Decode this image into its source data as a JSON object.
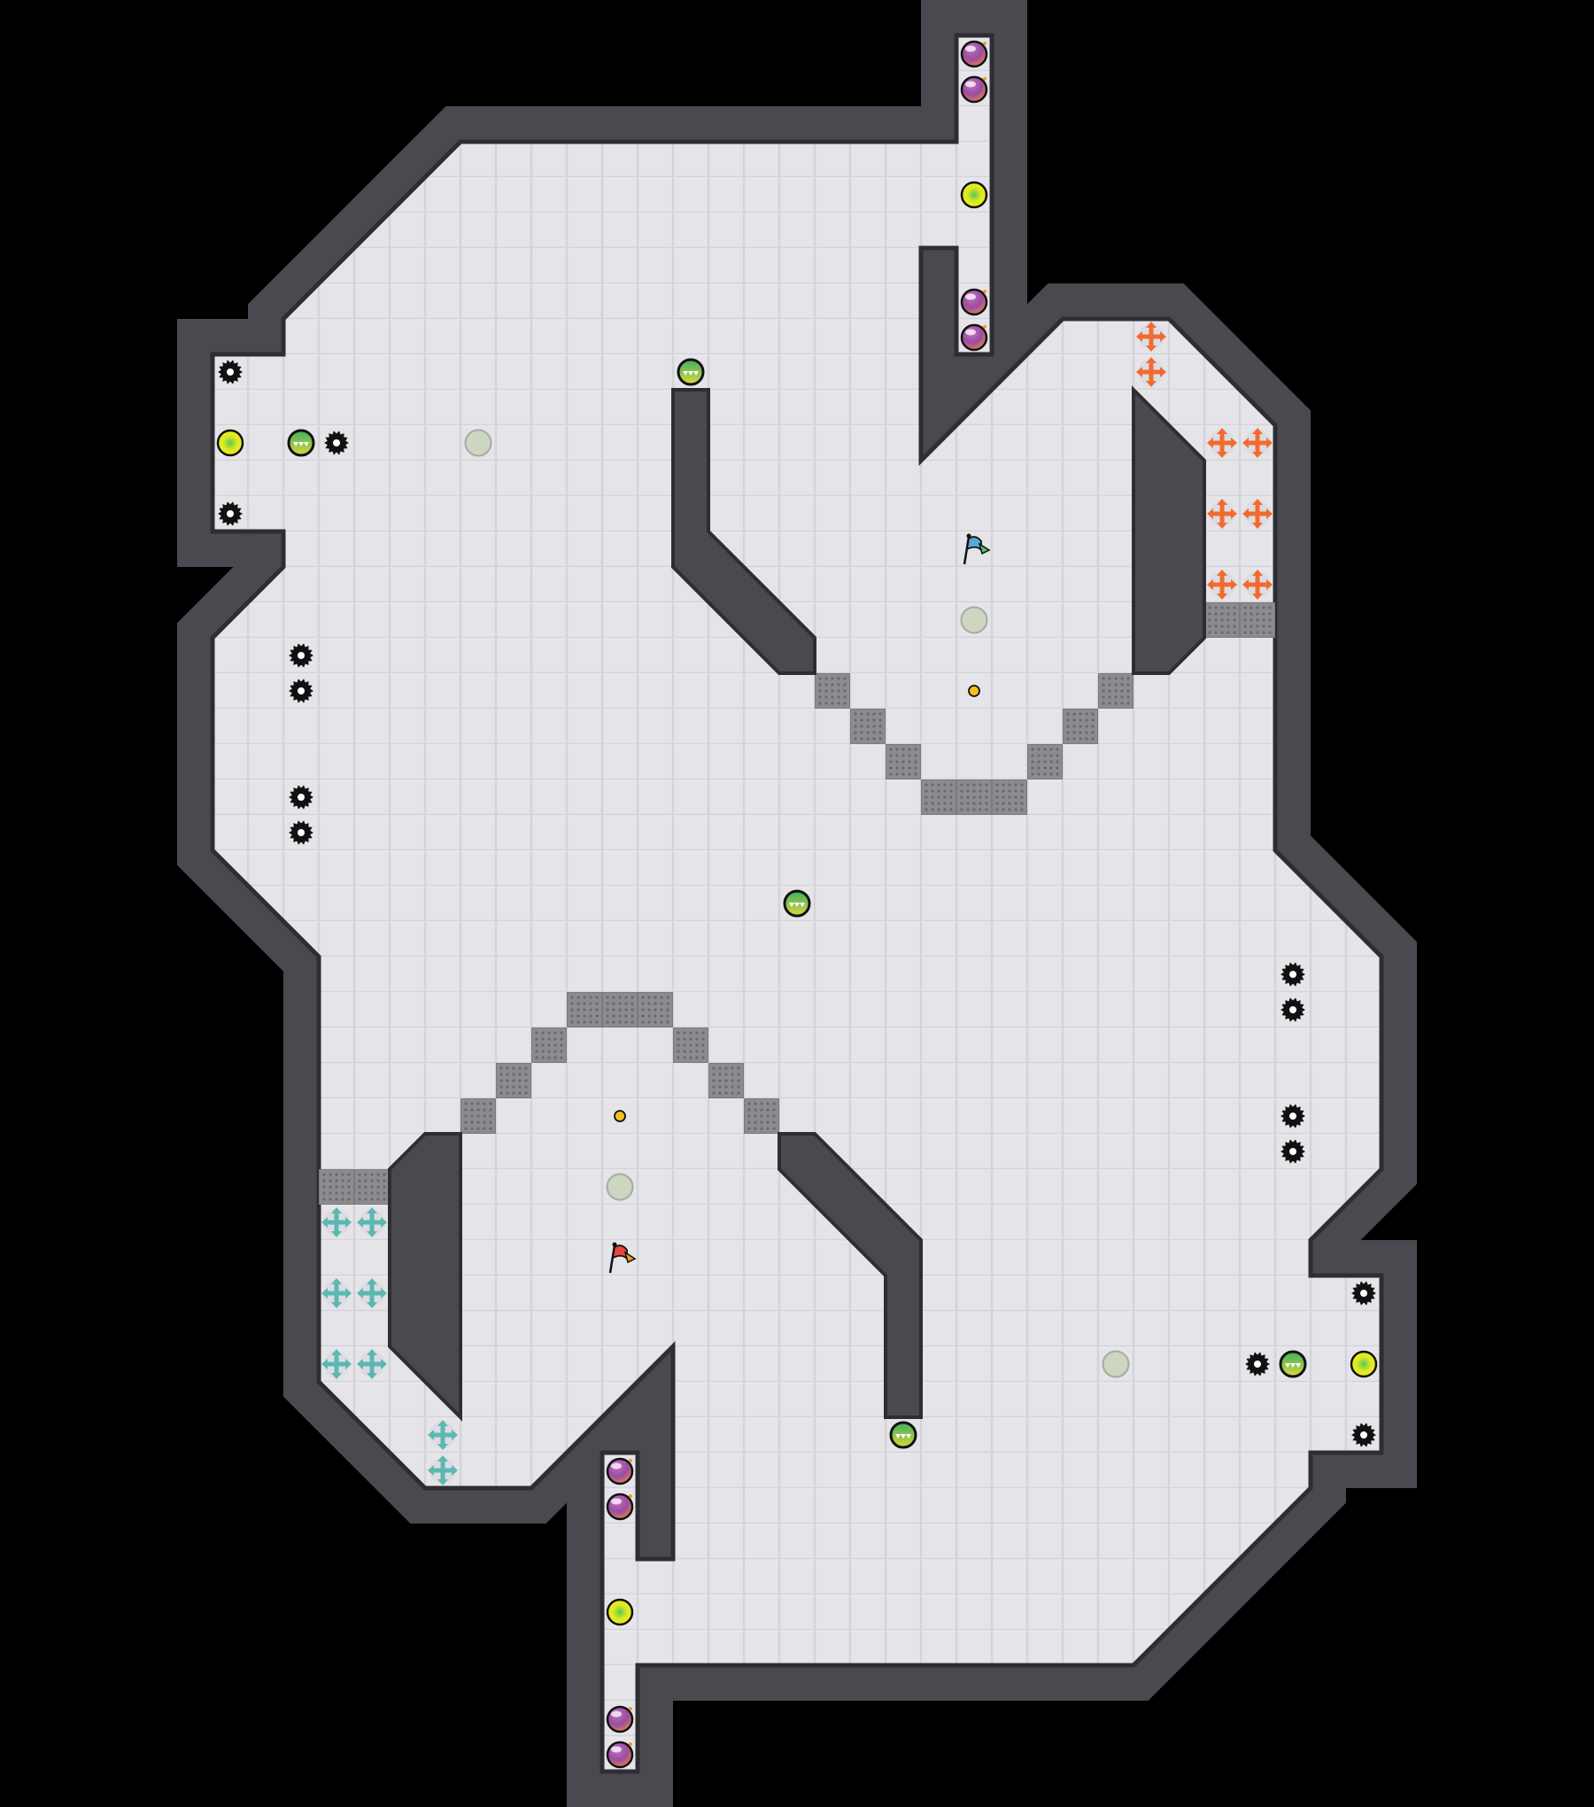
{
  "game": {
    "mode": "capture-the-flag",
    "teams": [
      {
        "name": "red",
        "flag_color": "#e8453c",
        "boost_color": "#f26a30"
      },
      {
        "name": "blue",
        "flag_color": "#5aa8d8",
        "boost_color": "#5ab8b0"
      }
    ]
  },
  "colors": {
    "outside": "#000000",
    "wall": "#4a494f",
    "wall_edge": "#2e2d33",
    "floor": "#e4e4e9",
    "floor_line": "#d2d2d8",
    "gate": "#8a8a8e",
    "bomb": "#9b4fa0",
    "powerup": "#e8ea1c",
    "speedpad": "#4cbf6a",
    "spike": "#111111",
    "spawn_marker": "#cdd6c0",
    "center_dot": "#f2c21a"
  },
  "entity_types": [
    "flag",
    "boost",
    "bomb",
    "powerup",
    "speedpad",
    "spike",
    "gate",
    "spawn-marker",
    "center-dot"
  ]
}
